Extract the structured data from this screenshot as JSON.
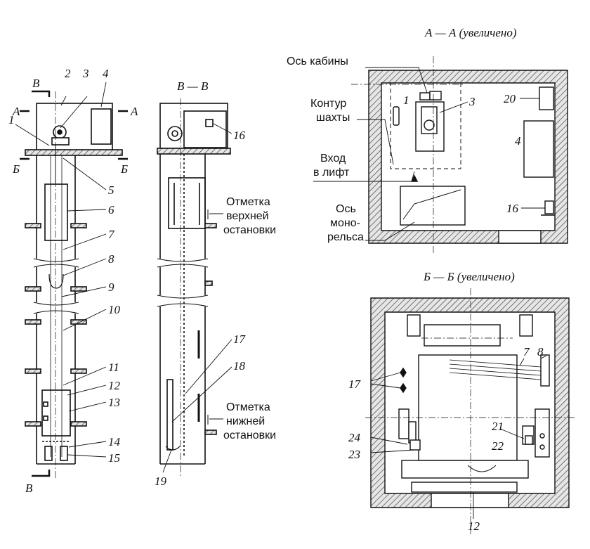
{
  "section_titles": {
    "aa": "А — А (увеличено)",
    "bb": "Б — Б (увеличено)",
    "vv": "В — В"
  },
  "cut_marks": {
    "a": "А",
    "b": "Б",
    "v": "В"
  },
  "labels": {
    "cabin_axis": "Ось кабины",
    "shaft_contour_1": "Контур",
    "shaft_contour_2": "шахты",
    "entrance_1": "Вход",
    "entrance_2": "в лифт",
    "monorail_1": "Ось",
    "monorail_2": "моно-",
    "monorail_3": "рельса",
    "upper_stop_1": "Отметка",
    "upper_stop_2": "верхней",
    "upper_stop_3": "остановки",
    "lower_stop_1": "Отметка",
    "lower_stop_2": "нижней",
    "lower_stop_3": "остановки"
  },
  "numbers": {
    "n1": "1",
    "n2": "2",
    "n3": "3",
    "n4": "4",
    "n5": "5",
    "n6": "6",
    "n7": "7",
    "n8": "8",
    "n9": "9",
    "n10": "10",
    "n11": "11",
    "n12": "12",
    "n13": "13",
    "n14": "14",
    "n15": "15",
    "n16": "16",
    "n17": "17",
    "n18": "18",
    "n19": "19",
    "n20": "20",
    "n21": "21",
    "n22": "22",
    "n23": "23",
    "n24": "24"
  }
}
